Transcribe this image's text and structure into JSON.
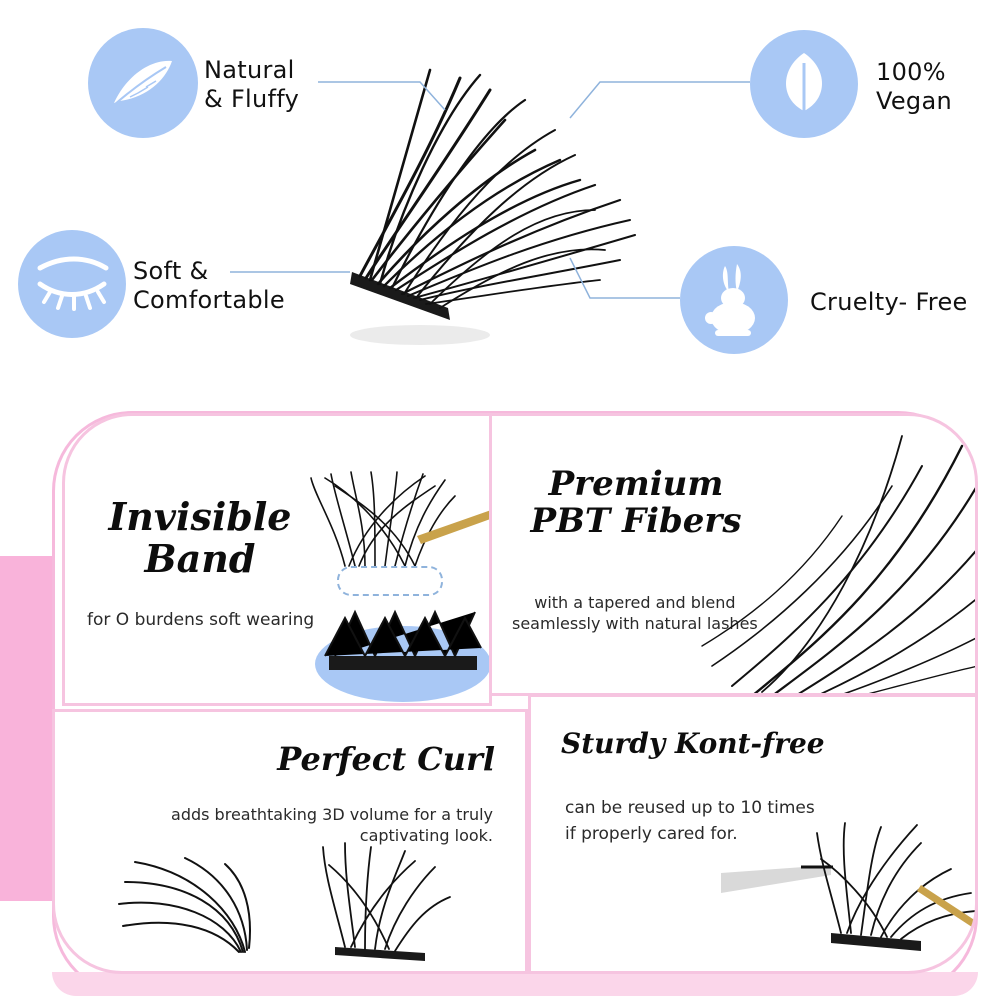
{
  "colors": {
    "circle": "#a9c8f5",
    "pink": "#f9b3da",
    "pink_border": "#f6b9dc",
    "lash": "#111111",
    "tweezer": "#c9a24b"
  },
  "features": [
    {
      "id": "natural",
      "icon": "feather-icon",
      "text": "Natural\n& Fluffy"
    },
    {
      "id": "vegan",
      "icon": "leaf-icon",
      "text": "100%\nVegan"
    },
    {
      "id": "soft",
      "icon": "closed-eye-icon",
      "text": "Soft &\nComfortable"
    },
    {
      "id": "cruelty",
      "icon": "rabbit-icon",
      "text": "Cruelty- Free"
    }
  ],
  "panels": {
    "invisible_band": {
      "title": "Invisible\nBand",
      "desc": "for O burdens soft wearing"
    },
    "pbt": {
      "title": "Premium\nPBT Fibers",
      "desc": "with a tapered and blend\nseamlessly with natural lashes"
    },
    "curl": {
      "title": "Perfect Curl",
      "desc": "adds breathtaking 3D volume for a truly\ncaptivating look."
    },
    "sturdy": {
      "title": "Sturdy Kont-free",
      "desc": "can be reused up to 10 times\nif properly cared for."
    }
  }
}
